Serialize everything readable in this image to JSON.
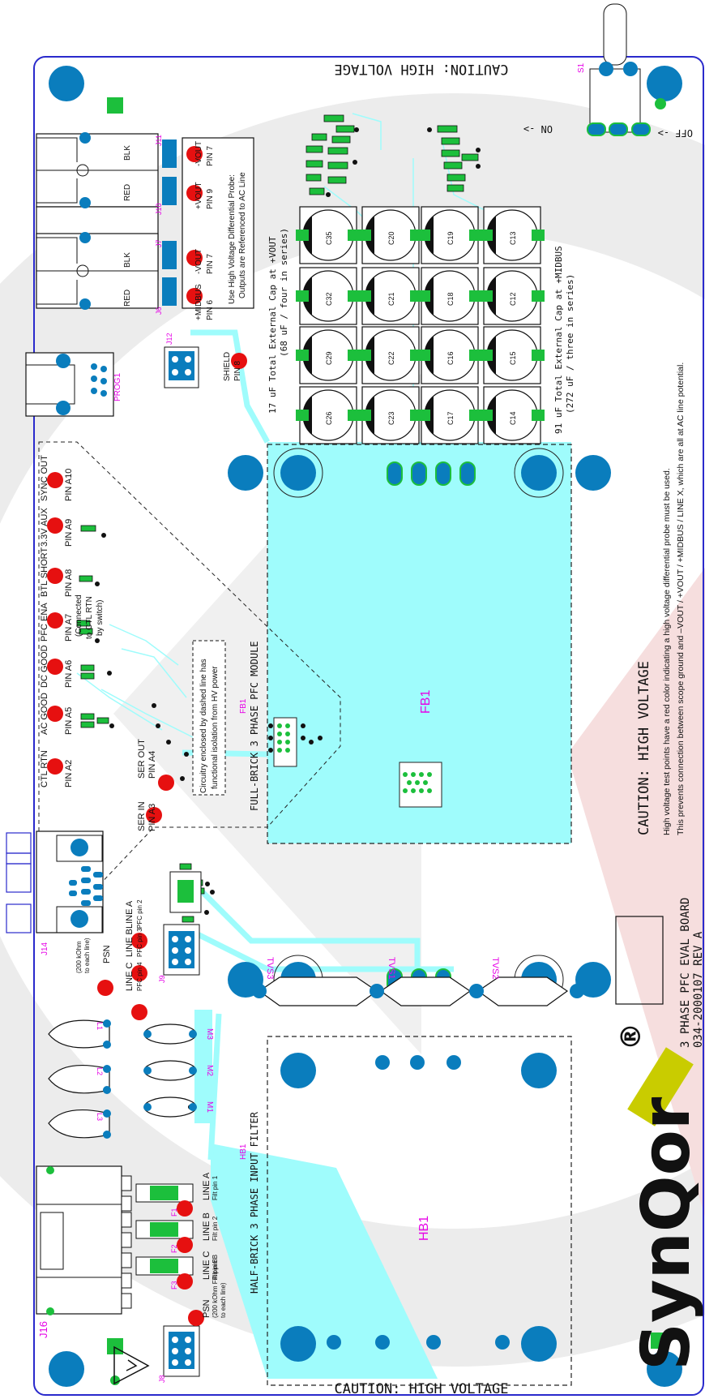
{
  "colors": {
    "board_outline": "#2a2acc",
    "copper_pour": "#9ffcfc",
    "pad_blue": "#0a7dbd",
    "test_point_red": "#e61010",
    "smd_green": "#1cbf3c",
    "designator_magenta": "#e600e6",
    "logo_yellow": "#c9cc00",
    "watermark": "#ececec",
    "watermark_pink": "#f6dede"
  },
  "caution_top": "CAUTION: HIGH VOLTAGE",
  "caution_bottom": "CAUTION: HIGH VOLTAGE",
  "caution_main": "CAUTION: HIGH VOLTAGE",
  "hv_note_1": "High voltage test points have a red color indicating a high voltage differential probe must be used.",
  "hv_note_2": "This prevents connection between scope ground and –VOUT / +VOUT / +MIDBUS / LINE X, which are all at AC line potential.",
  "switch": {
    "ref": "S1",
    "on": "ON ->",
    "off": "OFF ->"
  },
  "caps_vout_note_1": "17 uF Total External Cap at +VOUT",
  "caps_vout_note_2": "(68 uF / four in series)",
  "caps_midbus_note_1": "91 uF Total External Cap at +MIDBUS",
  "caps_midbus_note_2": "(272 uF / three in series)",
  "caps": [
    [
      "C35",
      "C32",
      "C29",
      "C26"
    ],
    [
      "C20",
      "C21",
      "C22",
      "C23"
    ],
    [
      "C19",
      "C18",
      "C16",
      "C17"
    ],
    [
      "C13",
      "C12",
      "C15",
      "C14"
    ]
  ],
  "probe_box": {
    "line1": "Use High Voltage Differential Probe:",
    "line2": "Outputs are Referenced to AC Line"
  },
  "output_terms": [
    {
      "ref": "J11",
      "color": "BLK",
      "pin": "PIN 7",
      "sig": "-VOUT"
    },
    {
      "ref": "J10",
      "color": "RED",
      "pin": "PIN 9",
      "sig": "+VOUT"
    },
    {
      "ref": "J7",
      "color": "BLK",
      "pin": "PIN 7",
      "sig": "-VOUT"
    },
    {
      "ref": "J6",
      "color": "RED",
      "pin": "PIN 6",
      "sig": "+MIDBUS"
    }
  ],
  "prog_ref": "PROG1",
  "j12": {
    "ref": "J12",
    "label": "SHIELD",
    "pin": "PIN 8"
  },
  "signals": [
    {
      "name": "SYNC OUT",
      "pin": "PIN A10"
    },
    {
      "name": "3.3V AUX",
      "pin": "PIN A9"
    },
    {
      "name": "BTL SHORT",
      "pin": "PIN A8"
    },
    {
      "name": "PFC ENA",
      "pin": "PIN A7"
    },
    {
      "name": "DC GOOD",
      "pin": "PIN A6"
    },
    {
      "name": "AC GOOD",
      "pin": "PIN A5"
    },
    {
      "name": "CTL RTN",
      "pin": "PIN A2"
    }
  ],
  "pfc_ena_note": [
    "(Connected",
    "to CTL RTN",
    "by switch)"
  ],
  "ser_out": {
    "name": "SER OUT",
    "pin": "PIN A4"
  },
  "ser_in": {
    "name": "SER IN",
    "pin": "PIN A3"
  },
  "isolation_note": [
    "Circuitry enclosed by dashed line has",
    "functional isolation from HV power"
  ],
  "fb1": {
    "ref": "FB1",
    "label": "FULL-BRICK 3 PHASE PFC MODULE",
    "center": "FB1"
  },
  "hb1": {
    "ref": "HB1",
    "label": "HALF-BRICK 3 PHASE INPUT FILTER",
    "center": "HB1"
  },
  "tvs": [
    "TVS3",
    "TVS1",
    "TVS2"
  ],
  "j14": "J14",
  "j9": {
    "ref": "J9",
    "lines": [
      "LINE A",
      "LINE B",
      "LINE C"
    ],
    "pins": [
      "PFC pin 2",
      "PFC pin 3",
      "PFC pin 4"
    ]
  },
  "psn_top": {
    "name": "PSN",
    "note": [
      "(200 kOhm",
      "to each line)"
    ]
  },
  "psn_bottom": {
    "name": "PSN",
    "note": [
      "(200 kOhm Filt pin B",
      "to each line)"
    ]
  },
  "filter_lines": [
    {
      "name": "LINE A",
      "pin": "Filt pin 1",
      "fuse": "F1"
    },
    {
      "name": "LINE B",
      "pin": "Filt pin 2",
      "fuse": "F2"
    },
    {
      "name": "LINE C",
      "pin": "Filt pin B",
      "fuse": "F3"
    }
  ],
  "inductors": [
    "L1",
    "L2",
    "L3"
  ],
  "mounts": [
    "M3",
    "M2",
    "M1"
  ],
  "j16": "J16",
  "j8": "J8",
  "board_title": "3 PHASE PFC EVAL BOARD",
  "board_rev": "034-2000107 REV A",
  "logo": "SynQor",
  "reg_mark": "®"
}
